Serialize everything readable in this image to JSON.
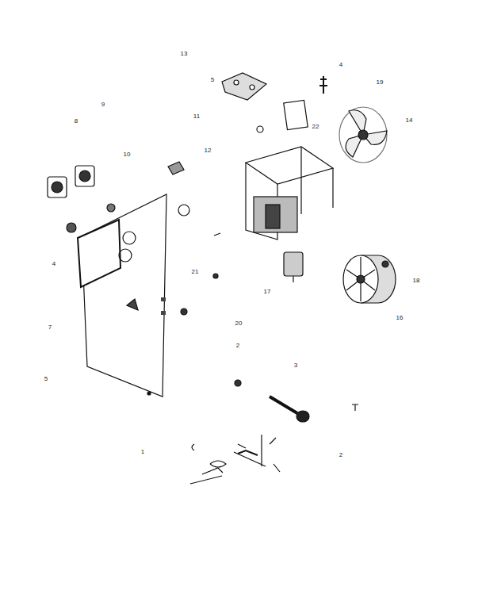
{
  "diagram": {
    "labels": [
      "13",
      "5",
      "4",
      "19",
      "8",
      "9",
      "11",
      "22",
      "14",
      "10",
      "12",
      "4",
      "21",
      "17",
      "18",
      "16",
      "20",
      "7",
      "2",
      "3",
      "5",
      "1",
      "2"
    ]
  }
}
